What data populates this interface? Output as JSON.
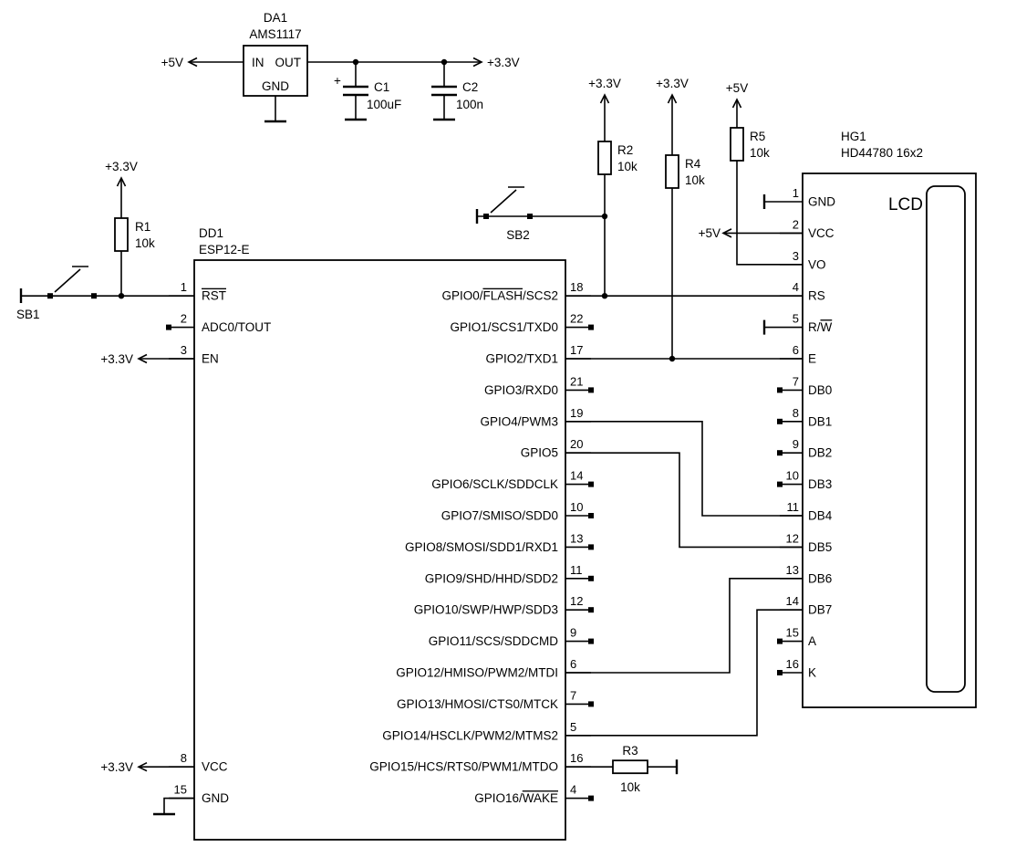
{
  "power": {
    "v5": "+5V",
    "v33": "+3.3V"
  },
  "regulator": {
    "ref": "DA1",
    "part": "AMS1117",
    "pin_in": "IN",
    "pin_out": "OUT",
    "pin_gnd": "GND"
  },
  "capacitors": [
    {
      "ref": "C1",
      "value": "100uF",
      "plus": "+"
    },
    {
      "ref": "C2",
      "value": "100n"
    }
  ],
  "resistors": [
    {
      "ref": "R1",
      "value": "10k"
    },
    {
      "ref": "R2",
      "value": "10k"
    },
    {
      "ref": "R3",
      "value": "10k"
    },
    {
      "ref": "R4",
      "value": "10k"
    },
    {
      "ref": "R5",
      "value": "10k"
    }
  ],
  "buttons": [
    {
      "ref": "SB1"
    },
    {
      "ref": "SB2"
    }
  ],
  "mcu": {
    "ref": "DD1",
    "part": "ESP12-E",
    "left_pins": [
      {
        "num": "1",
        "label": [
          {
            "t": "RST",
            "ov": true
          }
        ],
        "term": "wire"
      },
      {
        "num": "2",
        "label": [
          {
            "t": "ADC0/TOUT"
          }
        ],
        "term": "open"
      },
      {
        "num": "3",
        "label": [
          {
            "t": "EN"
          }
        ],
        "term": "wire"
      },
      {
        "num": "8",
        "label": [
          {
            "t": "VCC"
          }
        ],
        "term": "wire"
      },
      {
        "num": "15",
        "label": [
          {
            "t": "GND"
          }
        ],
        "term": "wire"
      }
    ],
    "right_pins": [
      {
        "num": "18",
        "label": [
          {
            "t": "GPIO0/"
          },
          {
            "t": "FLASH",
            "ov": true
          },
          {
            "t": "/SCS2"
          }
        ],
        "term": "wire"
      },
      {
        "num": "22",
        "label": [
          {
            "t": "GPIO1/SCS1/TXD0"
          }
        ],
        "term": "open"
      },
      {
        "num": "17",
        "label": [
          {
            "t": "GPIO2/TXD1"
          }
        ],
        "term": "wire"
      },
      {
        "num": "21",
        "label": [
          {
            "t": "GPIO3/RXD0"
          }
        ],
        "term": "open"
      },
      {
        "num": "19",
        "label": [
          {
            "t": "GPIO4/PWM3"
          }
        ],
        "term": "wire"
      },
      {
        "num": "20",
        "label": [
          {
            "t": "GPIO5"
          }
        ],
        "term": "wire"
      },
      {
        "num": "14",
        "label": [
          {
            "t": "GPIO6/SCLK/SDDCLK"
          }
        ],
        "term": "open"
      },
      {
        "num": "10",
        "label": [
          {
            "t": "GPIO7/SMISO/SDD0"
          }
        ],
        "term": "open"
      },
      {
        "num": "13",
        "label": [
          {
            "t": "GPIO8/SMOSI/SDD1/RXD1"
          }
        ],
        "term": "open"
      },
      {
        "num": "11",
        "label": [
          {
            "t": "GPIO9/SHD/HHD/SDD2"
          }
        ],
        "term": "open"
      },
      {
        "num": "12",
        "label": [
          {
            "t": "GPIO10/SWP/HWP/SDD3"
          }
        ],
        "term": "open"
      },
      {
        "num": "9",
        "label": [
          {
            "t": "GPIO11/SCS/SDDCMD"
          }
        ],
        "term": "open"
      },
      {
        "num": "6",
        "label": [
          {
            "t": "GPIO12/HMISO/PWM2/MTDI"
          }
        ],
        "term": "wire"
      },
      {
        "num": "7",
        "label": [
          {
            "t": "GPIO13/HMOSI/CTS0/MTCK"
          }
        ],
        "term": "open"
      },
      {
        "num": "5",
        "label": [
          {
            "t": "GPIO14/HSCLK/PWM2/MTMS2"
          }
        ],
        "term": "wire"
      },
      {
        "num": "16",
        "label": [
          {
            "t": "GPIO15/HCS/RTS0/PWM1/MTDO"
          }
        ],
        "term": "wire"
      },
      {
        "num": "4",
        "label": [
          {
            "t": "GPIO16/"
          },
          {
            "t": "WAKE",
            "ov": true
          }
        ],
        "term": "open"
      }
    ]
  },
  "lcd": {
    "ref": "HG1",
    "part": "HD44780 16x2",
    "display_label": "LCD",
    "pins": [
      {
        "num": "1",
        "label": [
          {
            "t": "GND"
          }
        ],
        "term": "gnd"
      },
      {
        "num": "2",
        "label": [
          {
            "t": "VCC"
          }
        ],
        "term": "wire"
      },
      {
        "num": "3",
        "label": [
          {
            "t": "VO"
          }
        ],
        "term": "wire"
      },
      {
        "num": "4",
        "label": [
          {
            "t": "RS"
          }
        ],
        "term": "wire"
      },
      {
        "num": "5",
        "label": [
          {
            "t": "R/"
          },
          {
            "t": "W",
            "ov": true
          }
        ],
        "term": "gnd"
      },
      {
        "num": "6",
        "label": [
          {
            "t": "E"
          }
        ],
        "term": "wire"
      },
      {
        "num": "7",
        "label": [
          {
            "t": "DB0"
          }
        ],
        "term": "open"
      },
      {
        "num": "8",
        "label": [
          {
            "t": "DB1"
          }
        ],
        "term": "open"
      },
      {
        "num": "9",
        "label": [
          {
            "t": "DB2"
          }
        ],
        "term": "open"
      },
      {
        "num": "10",
        "label": [
          {
            "t": "DB3"
          }
        ],
        "term": "open"
      },
      {
        "num": "11",
        "label": [
          {
            "t": "DB4"
          }
        ],
        "term": "wire"
      },
      {
        "num": "12",
        "label": [
          {
            "t": "DB5"
          }
        ],
        "term": "wire"
      },
      {
        "num": "13",
        "label": [
          {
            "t": "DB6"
          }
        ],
        "term": "wire"
      },
      {
        "num": "14",
        "label": [
          {
            "t": "DB7"
          }
        ],
        "term": "wire"
      },
      {
        "num": "15",
        "label": [
          {
            "t": "A"
          }
        ],
        "term": "open"
      },
      {
        "num": "16",
        "label": [
          {
            "t": "K"
          }
        ],
        "term": "open"
      }
    ]
  },
  "nets": [
    {
      "from": "DD1.GPIO0",
      "to": "HG1.RS"
    },
    {
      "from": "DD1.GPIO2",
      "to": "HG1.E"
    },
    {
      "from": "DD1.GPIO4",
      "to": "HG1.DB4"
    },
    {
      "from": "DD1.GPIO5",
      "to": "HG1.DB5"
    },
    {
      "from": "DD1.GPIO12",
      "to": "HG1.DB6"
    },
    {
      "from": "DD1.GPIO14",
      "to": "HG1.DB7"
    }
  ]
}
